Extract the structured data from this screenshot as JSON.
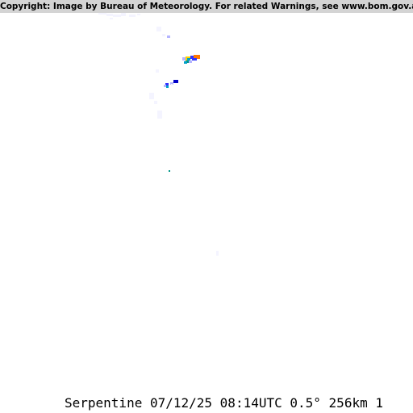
{
  "copyright": "Copyright: Image by Bureau of Meteorology. For related Warnings, see www.bom.gov.au",
  "radar": {
    "station": "Serpentine",
    "date": "07/12/25",
    "time": "08:14UTC",
    "elevation": "0.5°",
    "range": "256km",
    "product_code": "1"
  },
  "echo_palette": {
    "very_light": "#f4f4ff",
    "light": "#b4b4ff",
    "blue": "#3232ff",
    "dark_blue": "#0000c8",
    "cyan": "#00a0c8",
    "yellow": "#ffd200",
    "orange": "#ff7800",
    "teal": "#009688"
  }
}
